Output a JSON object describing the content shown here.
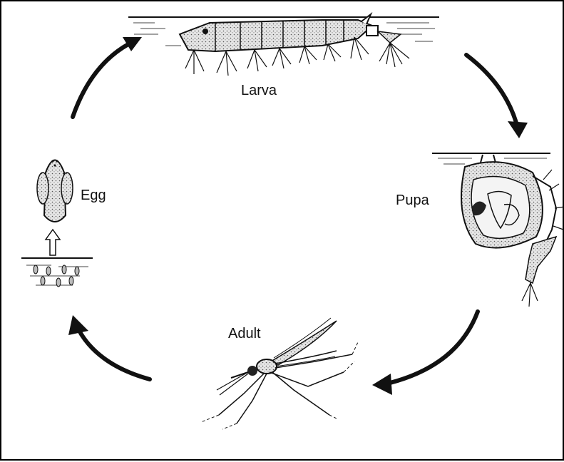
{
  "diagram": {
    "stages": {
      "larva": "Larva",
      "pupa": "Pupa",
      "adult": "Adult",
      "egg": "Egg"
    }
  },
  "colors": {
    "ink": "#111111",
    "body": "#d8d8d8",
    "background": "#ffffff"
  }
}
